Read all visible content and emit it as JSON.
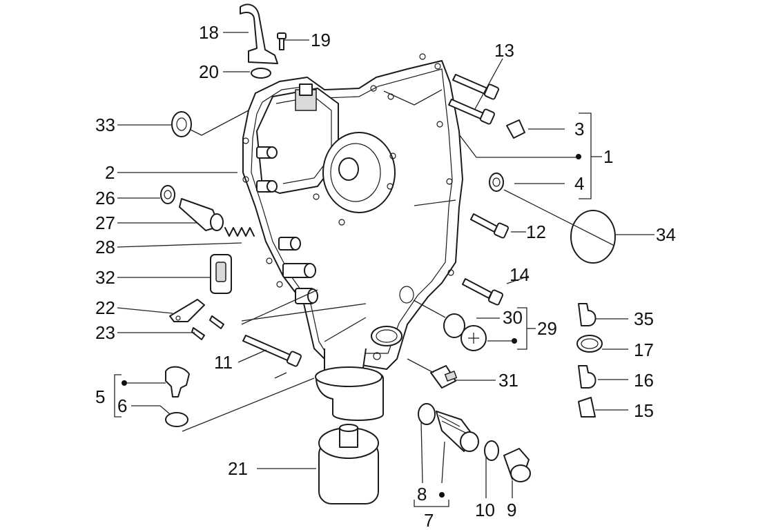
{
  "callouts": {
    "c1": "1",
    "c2": "2",
    "c3": "3",
    "c4": "4",
    "c5": "5",
    "c6": "6",
    "c7": "7",
    "c8": "8",
    "c9": "9",
    "c10": "10",
    "c11": "11",
    "c12": "12",
    "c13": "13",
    "c14": "14",
    "c15": "15",
    "c16": "16",
    "c17": "17",
    "c18": "18",
    "c19": "19",
    "c20": "20",
    "c21": "21",
    "c22": "22",
    "c23": "23",
    "c26": "26",
    "c27": "27",
    "c28": "28",
    "c29": "29",
    "c30": "30",
    "c31": "31",
    "c32": "32",
    "c33": "33",
    "c34": "34",
    "c35": "35"
  },
  "colors": {
    "line": "#1a1a1a",
    "shade": "#d9d9d9",
    "background": "#ffffff"
  }
}
